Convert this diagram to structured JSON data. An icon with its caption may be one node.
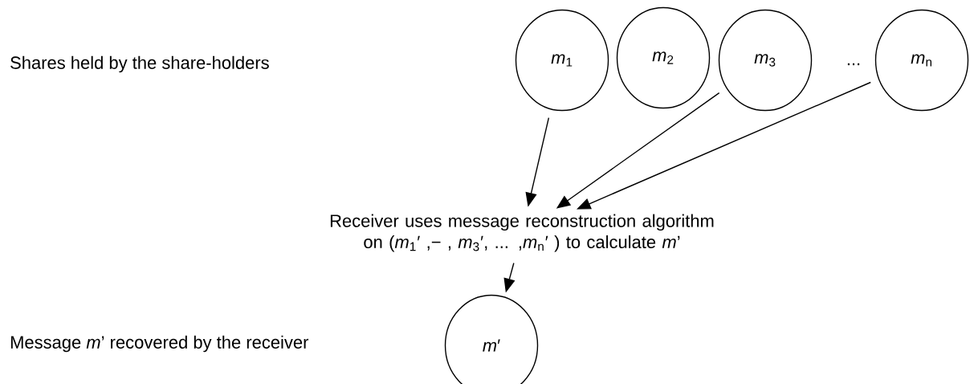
{
  "diagram": {
    "nodes": [
      {
        "text": [
          "*m*$_{1}$"
        ]
      },
      {
        "text": [
          "*m*$_{2}$"
        ]
      },
      {
        "text": [
          "*m*$_{3}$"
        ]
      },
      {
        "text": [
          "*m*$_{n}$"
        ]
      },
      {
        "text": [
          "Receiver uses message reconstruction algorithm on (*m*$_{1}$′ ,− , *m*$_{3}$′, ... ,*m*$_{n}$′ ) to calculate *m*’"
        ]
      },
      {
        "text": [
          "*m*′"
        ]
      }
    ],
    "edges": [
      {
        "from": 0,
        "to": 4,
        "arrow": "to"
      },
      {
        "from": 2,
        "to": 4,
        "arrow": "to"
      },
      {
        "from": 3,
        "to": 4,
        "arrow": "to"
      },
      {
        "from": 4,
        "to": 5,
        "arrow": "to"
      }
    ],
    "labels": [
      "Shares held by the share-holders",
      "...",
      "Message *m*’ recovered by the receiver"
    ]
  }
}
